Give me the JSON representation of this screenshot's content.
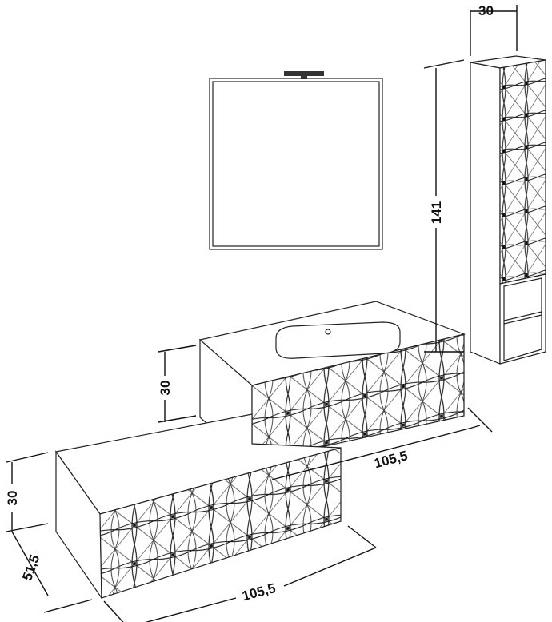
{
  "dimensions": {
    "column_width": "30",
    "column_height": "141",
    "upper_vanity_height": "30",
    "upper_vanity_width": "105,5",
    "lower_vanity_height": "30",
    "lower_vanity_depth": "51,5",
    "lower_vanity_width": "105,5"
  },
  "colors": {
    "line": "#222222",
    "background": "#ffffff"
  }
}
